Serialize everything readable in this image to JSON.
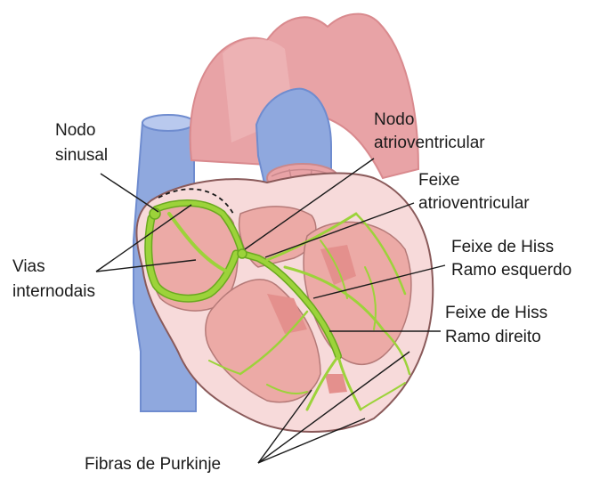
{
  "labels": {
    "nodo_sinusal": [
      "Nodo",
      "sinusal"
    ],
    "nodo_av": [
      "Nodo",
      "atrioventricular"
    ],
    "feixe_av": [
      "Feixe",
      "atrioventricular"
    ],
    "ramo_esquerdo": [
      "Feixe de Hiss",
      "Ramo esquerdo"
    ],
    "ramo_direito": [
      "Feixe de Hiss",
      "Ramo direito"
    ],
    "vias_internodais": [
      "Vias",
      "internodais"
    ],
    "purkinje": "Fibras de Purkinje"
  },
  "colors": {
    "aorta": "#e8a3a6",
    "aorta_dark": "#d98a8e",
    "vena_cava": "#8fa8de",
    "vena_cava_dark": "#6f8ccf",
    "heart_wall": "#f7dada",
    "chamber": "#ecaaa6",
    "chamber_light": "#f4c4c0",
    "conduction": "#9cd33a",
    "conduction_dark": "#6aa91f",
    "outline": "#8a5a5a",
    "leader": "#1a1a1a"
  }
}
